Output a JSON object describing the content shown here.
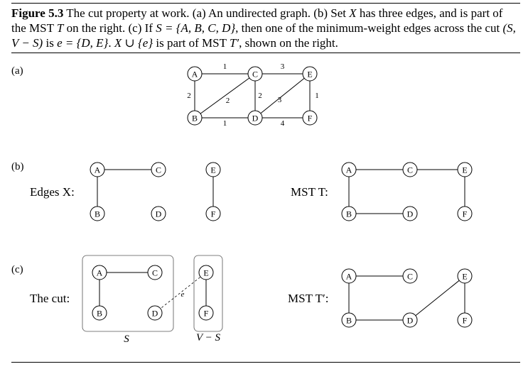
{
  "caption": {
    "figure_label": "Figure 5.3",
    "text_1": " The cut property at work. (a) An undirected graph. (b) Set ",
    "var_X": "X",
    "text_2": " has three edges, and is part of the MST ",
    "var_T": "T",
    "text_3": " on the right. (c) If ",
    "var_S_eq": "S = {A, B, C, D}",
    "text_4": ", then one of the minimum-weight edges across the cut ",
    "var_cut": "(S, V − S)",
    "text_5": " is ",
    "var_e_eq": "e = {D, E}",
    "text_6": ". ",
    "var_union": "X ∪ {e}",
    "text_7": " is part of MST ",
    "var_Tprime": "T′",
    "text_8": ", shown on the right."
  },
  "panels": {
    "a": {
      "label": "(a)"
    },
    "b": {
      "label": "(b)",
      "left_label": "Edges X:",
      "right_label": "MST T:"
    },
    "c": {
      "label": "(c)",
      "left_label": "The cut:",
      "right_label": "MST T′:",
      "edge_label": "e",
      "set_S": "S",
      "set_VminusS": "V − S"
    }
  },
  "graph_a": {
    "nodes": [
      "A",
      "B",
      "C",
      "D",
      "E",
      "F"
    ],
    "edges": [
      {
        "from": "A",
        "to": "C",
        "weight": "1"
      },
      {
        "from": "C",
        "to": "E",
        "weight": "3"
      },
      {
        "from": "A",
        "to": "B",
        "weight": "2"
      },
      {
        "from": "B",
        "to": "C",
        "weight": "2"
      },
      {
        "from": "C",
        "to": "D",
        "weight": "2"
      },
      {
        "from": "D",
        "to": "E",
        "weight": "3"
      },
      {
        "from": "E",
        "to": "F",
        "weight": "1"
      },
      {
        "from": "B",
        "to": "D",
        "weight": "1"
      },
      {
        "from": "D",
        "to": "F",
        "weight": "4"
      }
    ]
  },
  "graph_b_left": {
    "nodes": [
      "A",
      "B",
      "C",
      "D",
      "E",
      "F"
    ],
    "edges": [
      [
        "A",
        "C"
      ],
      [
        "A",
        "B"
      ],
      [
        "E",
        "F"
      ]
    ]
  },
  "graph_b_right": {
    "nodes": [
      "A",
      "B",
      "C",
      "D",
      "E",
      "F"
    ],
    "edges": [
      [
        "A",
        "C"
      ],
      [
        "C",
        "E"
      ],
      [
        "A",
        "B"
      ],
      [
        "B",
        "D"
      ],
      [
        "E",
        "F"
      ]
    ]
  },
  "graph_c_left": {
    "nodes": [
      "A",
      "B",
      "C",
      "D",
      "E",
      "F"
    ],
    "edges": [
      [
        "A",
        "C"
      ],
      [
        "A",
        "B"
      ],
      [
        "E",
        "F"
      ]
    ],
    "cut_edge": [
      "D",
      "E"
    ]
  },
  "graph_c_right": {
    "nodes": [
      "A",
      "B",
      "C",
      "D",
      "E",
      "F"
    ],
    "edges": [
      [
        "A",
        "C"
      ],
      [
        "A",
        "B"
      ],
      [
        "B",
        "D"
      ],
      [
        "D",
        "E"
      ],
      [
        "E",
        "F"
      ]
    ]
  }
}
